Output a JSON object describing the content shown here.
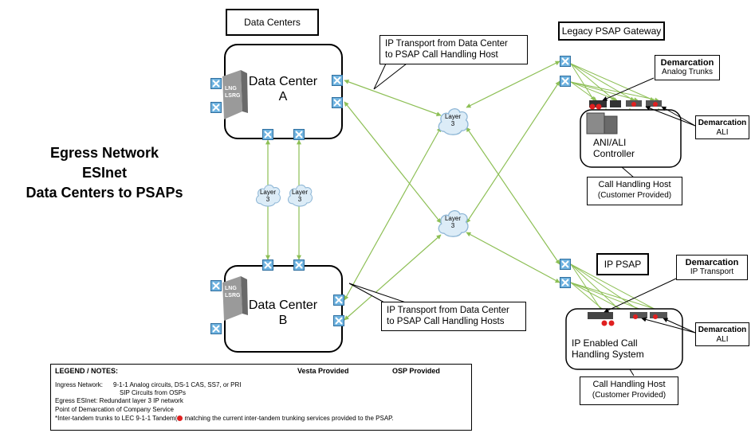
{
  "title": {
    "line1": "Egress Network",
    "line2": "ESInet",
    "line3": "Data Centers to PSAPs"
  },
  "data_centers_header": "Data Centers",
  "data_center_a": {
    "name": "Data Center",
    "letter": "A",
    "stack_top": "LNG",
    "stack_bottom": "LSRG"
  },
  "data_center_b": {
    "name": "Data Center",
    "letter": "B",
    "stack_top": "LNG",
    "stack_bottom": "LSRG"
  },
  "clouds": {
    "left_top": {
      "line1": "Layer",
      "line2": "3"
    },
    "left_top_2": {
      "line1": "Layer",
      "line2": "3"
    },
    "center_top": {
      "line1": "Layer",
      "line2": "3"
    },
    "center_bottom": {
      "line1": "Layer",
      "line2": "3"
    }
  },
  "callout_top": {
    "line1": "IP Transport from Data Center",
    "line2": "to PSAP Call Handling Host"
  },
  "callout_bottom": {
    "line1": "IP Transport from Data Center",
    "line2": "to PSAP Call Handling Hosts"
  },
  "legacy_psap": {
    "header": "Legacy PSAP Gateway",
    "demarc_analog": {
      "title": "Demarcation",
      "sub": "Analog Trunks"
    },
    "demarc_ali": {
      "title": "Demarcation",
      "sub": "ALI"
    },
    "controller": {
      "line1": "ANI/ALI",
      "line2": "Controller"
    },
    "host": {
      "line1": "Call Handling Host",
      "line2": "(Customer Provided)"
    }
  },
  "ip_psap": {
    "header": "IP PSAP",
    "demarc_ip": {
      "title": "Demarcation",
      "sub": "IP Transport"
    },
    "demarc_ali": {
      "title": "Demarcation",
      "sub": "ALI"
    },
    "system": {
      "line1": "IP Enabled Call",
      "line2": "Handling System"
    },
    "host": {
      "line1": "Call Handling Host",
      "line2": "(Customer Provided)"
    }
  },
  "legend": {
    "title": "LEGEND / NOTES:",
    "col_vesta": "Vesta Provided",
    "col_osp": "OSP Provided",
    "row1_label": "Ingress Network:",
    "row1_text": "9-1-1 Analog circuits, DS-1 CAS, SS7, or PRI",
    "row1_text2": "SIP Circuits from OSPs",
    "row2": "Egress ESInet: Redundant layer 3 IP network",
    "row3": "Point of Demarcation of Company Service",
    "note_pre": "*Inter-tandem trunks to LEC 9-1-1 Tandem(",
    "note_post": " matching the current inter-tandem trunking services provided to the PSAP."
  },
  "colors": {
    "link_green": "#8dbf55",
    "cloud_fill": "#dcecf7",
    "cloud_stroke": "#8fb7d6",
    "port_fill": "#6fb3e0",
    "legend_purple": "#9b59d0",
    "legend_blue": "#4a90d9",
    "demarc_red": "#e02020"
  }
}
